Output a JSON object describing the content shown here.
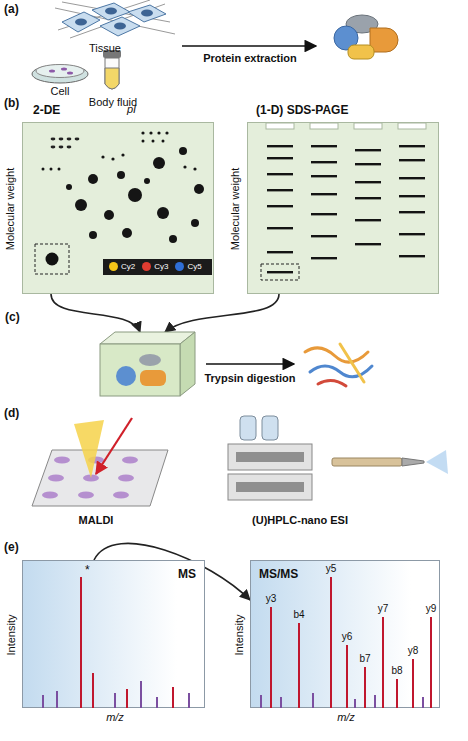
{
  "diagram": {
    "nodes": [
      {
        "text": [
          "2-DE",
          "pI",
          "Molecular weight"
        ]
      },
      {
        "text": [
          "Cy2",
          "Cy3",
          "Cy5"
        ],
        "in": 0
      },
      {
        "text": [
          "(1-D) SDS-PAGE",
          "Molecular weight"
        ]
      },
      {
        "text": [
          "(c)"
        ]
      },
      {
        "text": [
          "MS",
          "*",
          "Intensity",
          "m/z"
        ]
      },
      {
        "text": [
          "MS/MS",
          "y3",
          "b4",
          "y5",
          "y6",
          "b7",
          "y7",
          "b8",
          "y8",
          "y9",
          "Intensity",
          "m/z"
        ]
      }
    ],
    "edges": [
      {
        "from": 0,
        "to": 3,
        "arrow": "to"
      },
      {
        "from": 2,
        "to": 3,
        "arrow": "to"
      },
      {
        "from": 4,
        "to": 5,
        "arrow": "to"
      }
    ],
    "labels": [
      "(a)",
      "Tissue",
      "Cell",
      "Body fluid",
      "Protein extraction",
      "(b)",
      "Trypsin digestion",
      "(d)",
      "MALDI",
      "(U)HPLC-nano ESI",
      "(e)"
    ]
  }
}
